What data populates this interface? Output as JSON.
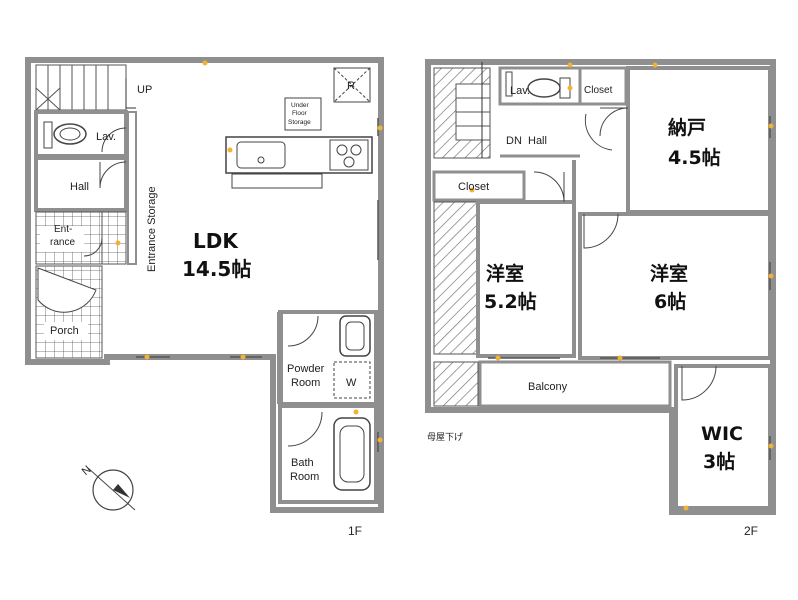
{
  "floor1": {
    "level": "1F",
    "ldk_name": "LDK",
    "ldk_size": "14.5帖",
    "up": "UP",
    "lav": "Lav.",
    "hall": "Hall",
    "entrance_1": "Ent-",
    "entrance_2": "rance",
    "porch": "Porch",
    "entrance_storage": "Entrance Storage",
    "underfloor_1": "Under",
    "underfloor_2": "Floor",
    "underfloor_3": "Storage",
    "r_mark": "R",
    "powder_1": "Powder",
    "powder_2": "Room",
    "w_mark": "W",
    "bath_1": "Bath",
    "bath_2": "Room"
  },
  "floor2": {
    "level": "2F",
    "lav": "Lav.",
    "closet_top": "Closet",
    "dn_hall": "DN  Hall",
    "closet_left": "Closet",
    "nando_name": "納戸",
    "nando_size": "4.5帖",
    "western1_name": "洋室",
    "western1_size": "5.2帖",
    "western2_name": "洋室",
    "western2_size": "6帖",
    "balcony": "Balcony",
    "wic_name": "WIC",
    "wic_size": "3帖",
    "roof_note": "母屋下げ"
  },
  "compass_label": "N",
  "colors": {
    "wall": "#8f8f8f",
    "fixture": "#444444",
    "marker": "#f2b233",
    "hatch": "#888888"
  }
}
